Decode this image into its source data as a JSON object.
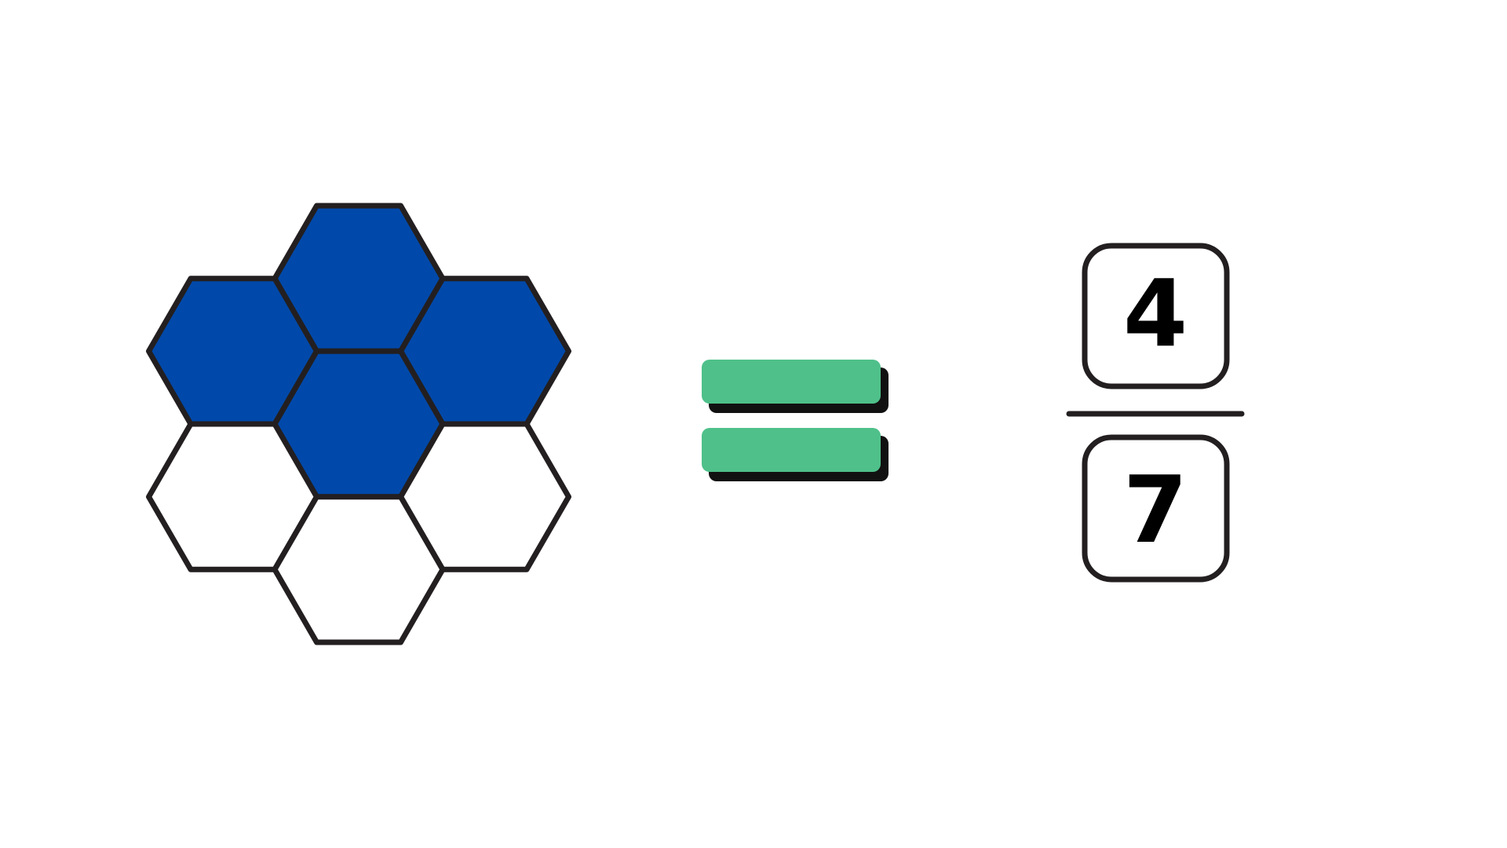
{
  "diagram": {
    "kind": "fraction-model",
    "cells_total": 7,
    "cells_shaded": 4,
    "colors": {
      "shaded": "#0049AA",
      "unshaded": "#FFFFFF",
      "outline": "#231F20",
      "equals": "#4FC08A",
      "equals_shadow": "#111111",
      "text": "#000000"
    },
    "cells": [
      {
        "id": "top",
        "shaded": true
      },
      {
        "id": "upper-left",
        "shaded": true
      },
      {
        "id": "upper-right",
        "shaded": true
      },
      {
        "id": "center",
        "shaded": true
      },
      {
        "id": "lower-left",
        "shaded": false
      },
      {
        "id": "lower-right",
        "shaded": false
      },
      {
        "id": "bottom",
        "shaded": false
      }
    ]
  },
  "fraction": {
    "numerator": "4",
    "denominator": "7"
  }
}
